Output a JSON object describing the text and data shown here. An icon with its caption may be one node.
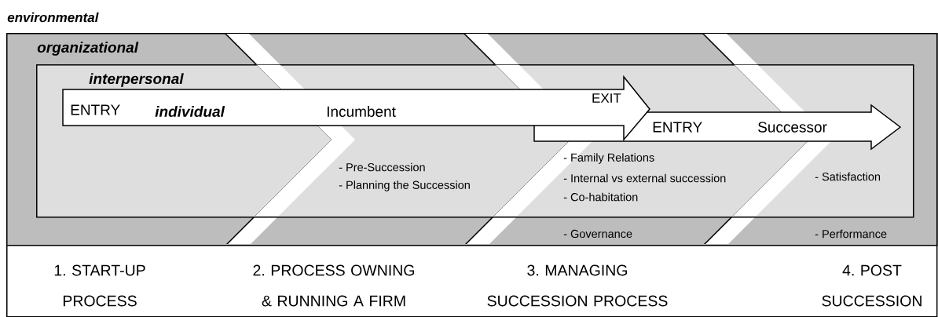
{
  "diagram": {
    "nodes": [
      {
        "text": [
          "environmental"
        ]
      },
      {
        "text": [
          "organizational"
        ],
        "in": 0
      },
      {
        "text": [
          "interpersonal"
        ],
        "in": 1
      },
      {
        "text": [
          "ENTRY",
          "individual",
          "Incumbent",
          "EXIT"
        ],
        "in": 2
      },
      {
        "text": [
          "ENTRY",
          "Successor"
        ],
        "in": 2
      }
    ],
    "labels": [
      "- Pre-Succession",
      "- Planning the Succession",
      "- Family Relations",
      "- Internal vs external succession",
      "- Co-habitation",
      "- Satisfaction",
      "- Governance",
      "- Performance",
      "1. START-UP PROCESS",
      "2. PROCESS OWNING & RUNNING A FIRM",
      "3. MANAGING SUCCESSION PROCESS",
      "4. POST SUCCESSION"
    ]
  }
}
